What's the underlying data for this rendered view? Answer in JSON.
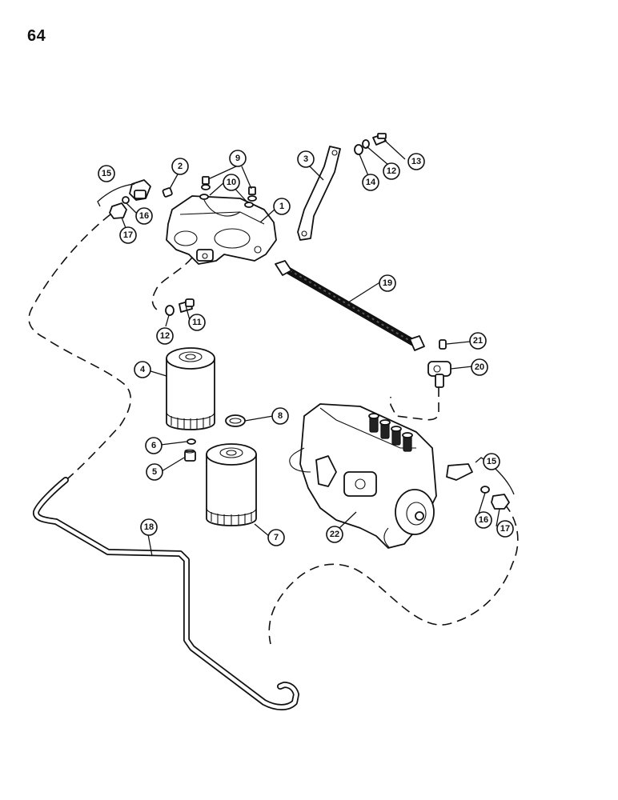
{
  "page": {
    "number": "64"
  },
  "callouts": {
    "c1": "1",
    "c2": "2",
    "c3": "3",
    "c4": "4",
    "c5": "5",
    "c6": "6",
    "c7": "7",
    "c8": "8",
    "c9": "9",
    "c10": "10",
    "c11": "11",
    "c12a": "12",
    "c12b": "12",
    "c13": "13",
    "c14": "14",
    "c15a": "15",
    "c15b": "15",
    "c16a": "16",
    "c16b": "16",
    "c17a": "17",
    "c17b": "17",
    "c18": "18",
    "c19": "19",
    "c20": "20",
    "c21": "21",
    "c22": "22"
  },
  "parts": {
    "filter-head": "filter-head",
    "filter-element-upper": "filter-element",
    "filter-element-lower": "filter-element",
    "support-strap": "strap",
    "fuel-line-hose": "hose",
    "fuel-injection-pump": "injection-pump",
    "return-pipe": "pipe"
  }
}
